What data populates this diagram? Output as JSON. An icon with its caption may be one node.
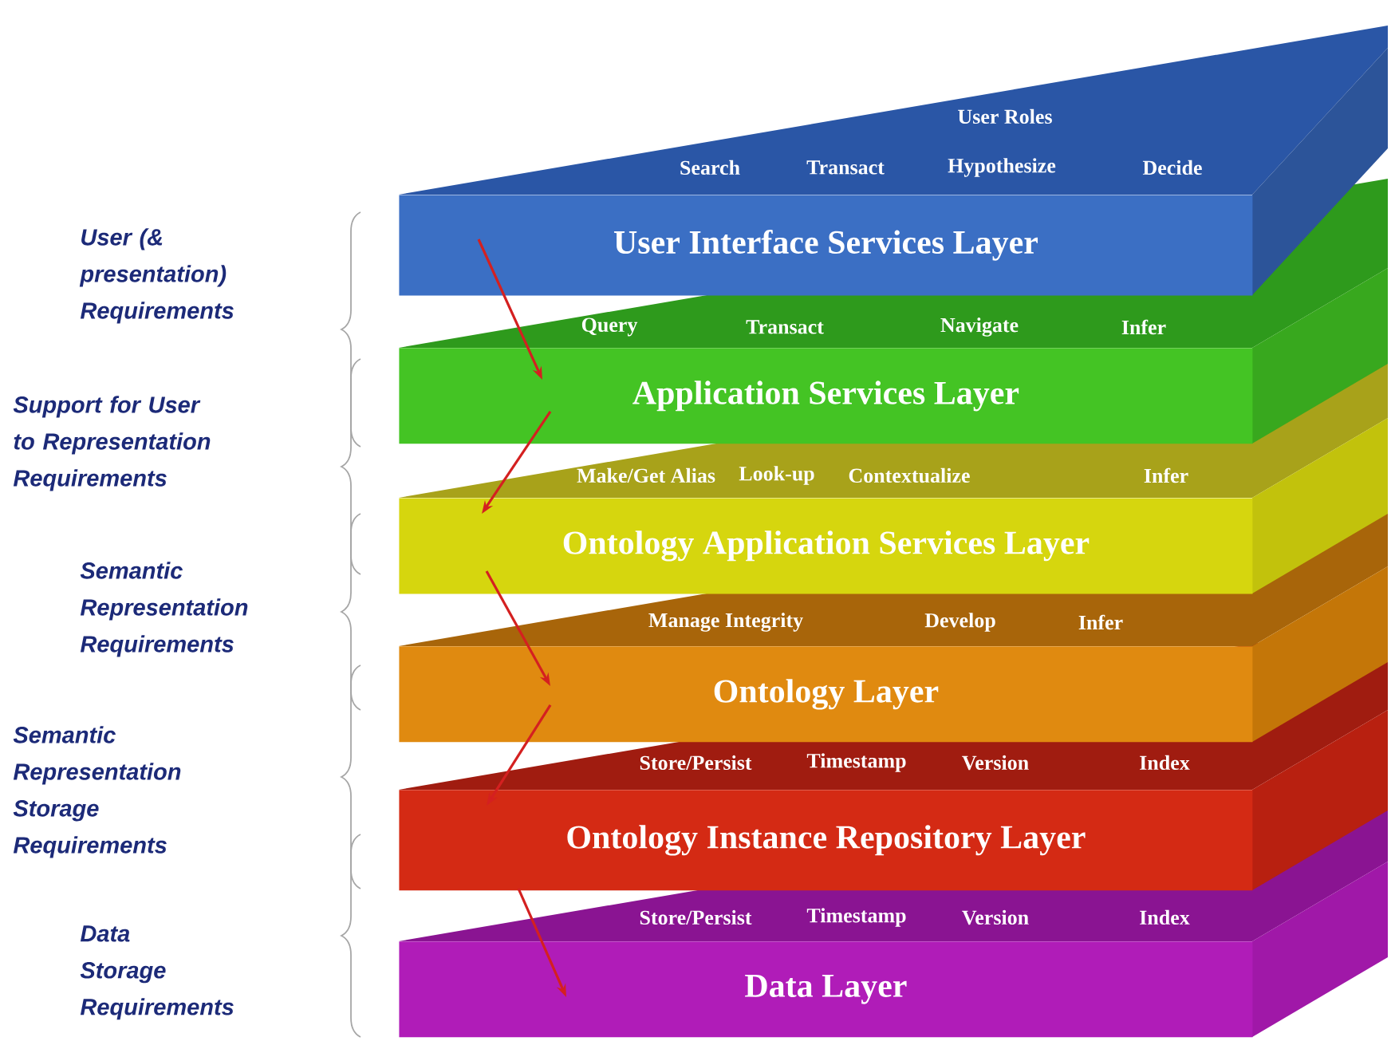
{
  "diagram": {
    "nodes": [
      {
        "text": [
          "User Roles",
          "Search",
          "Transact",
          "Hypothesize",
          "Decide",
          "User Interface Services Layer"
        ]
      },
      {
        "text": [
          "Query",
          "Transact",
          "Navigate",
          "Infer",
          "Application  Services Layer"
        ]
      },
      {
        "text": [
          "Make/Get Alias",
          "Look-up",
          "Contextualize",
          "Infer",
          "Ontology Application Services Layer"
        ]
      },
      {
        "text": [
          "Manage Integrity",
          "Develop",
          "Infer",
          "Ontology Layer"
        ]
      },
      {
        "text": [
          "Store/Persist",
          "Timestamp",
          "Version",
          "Index",
          "Ontology Instance Repository Layer"
        ]
      },
      {
        "text": [
          "Store/Persist",
          "Timestamp",
          "Version",
          "Index",
          "Data Layer"
        ]
      }
    ],
    "edges": [
      {
        "from": 0,
        "to": 1,
        "arrow": "to"
      },
      {
        "from": 1,
        "to": 2,
        "arrow": "to"
      },
      {
        "from": 2,
        "to": 3,
        "arrow": "to"
      },
      {
        "from": 3,
        "to": 4,
        "arrow": "to"
      },
      {
        "from": 4,
        "to": 5,
        "arrow": "to"
      }
    ],
    "labels": [
      "User (& presentation) Requirements",
      "Support for User to Representation Requirements",
      "Semantic Representation Requirements",
      "Semantic Representation Storage Requirements",
      "Data Storage Requirements"
    ]
  }
}
